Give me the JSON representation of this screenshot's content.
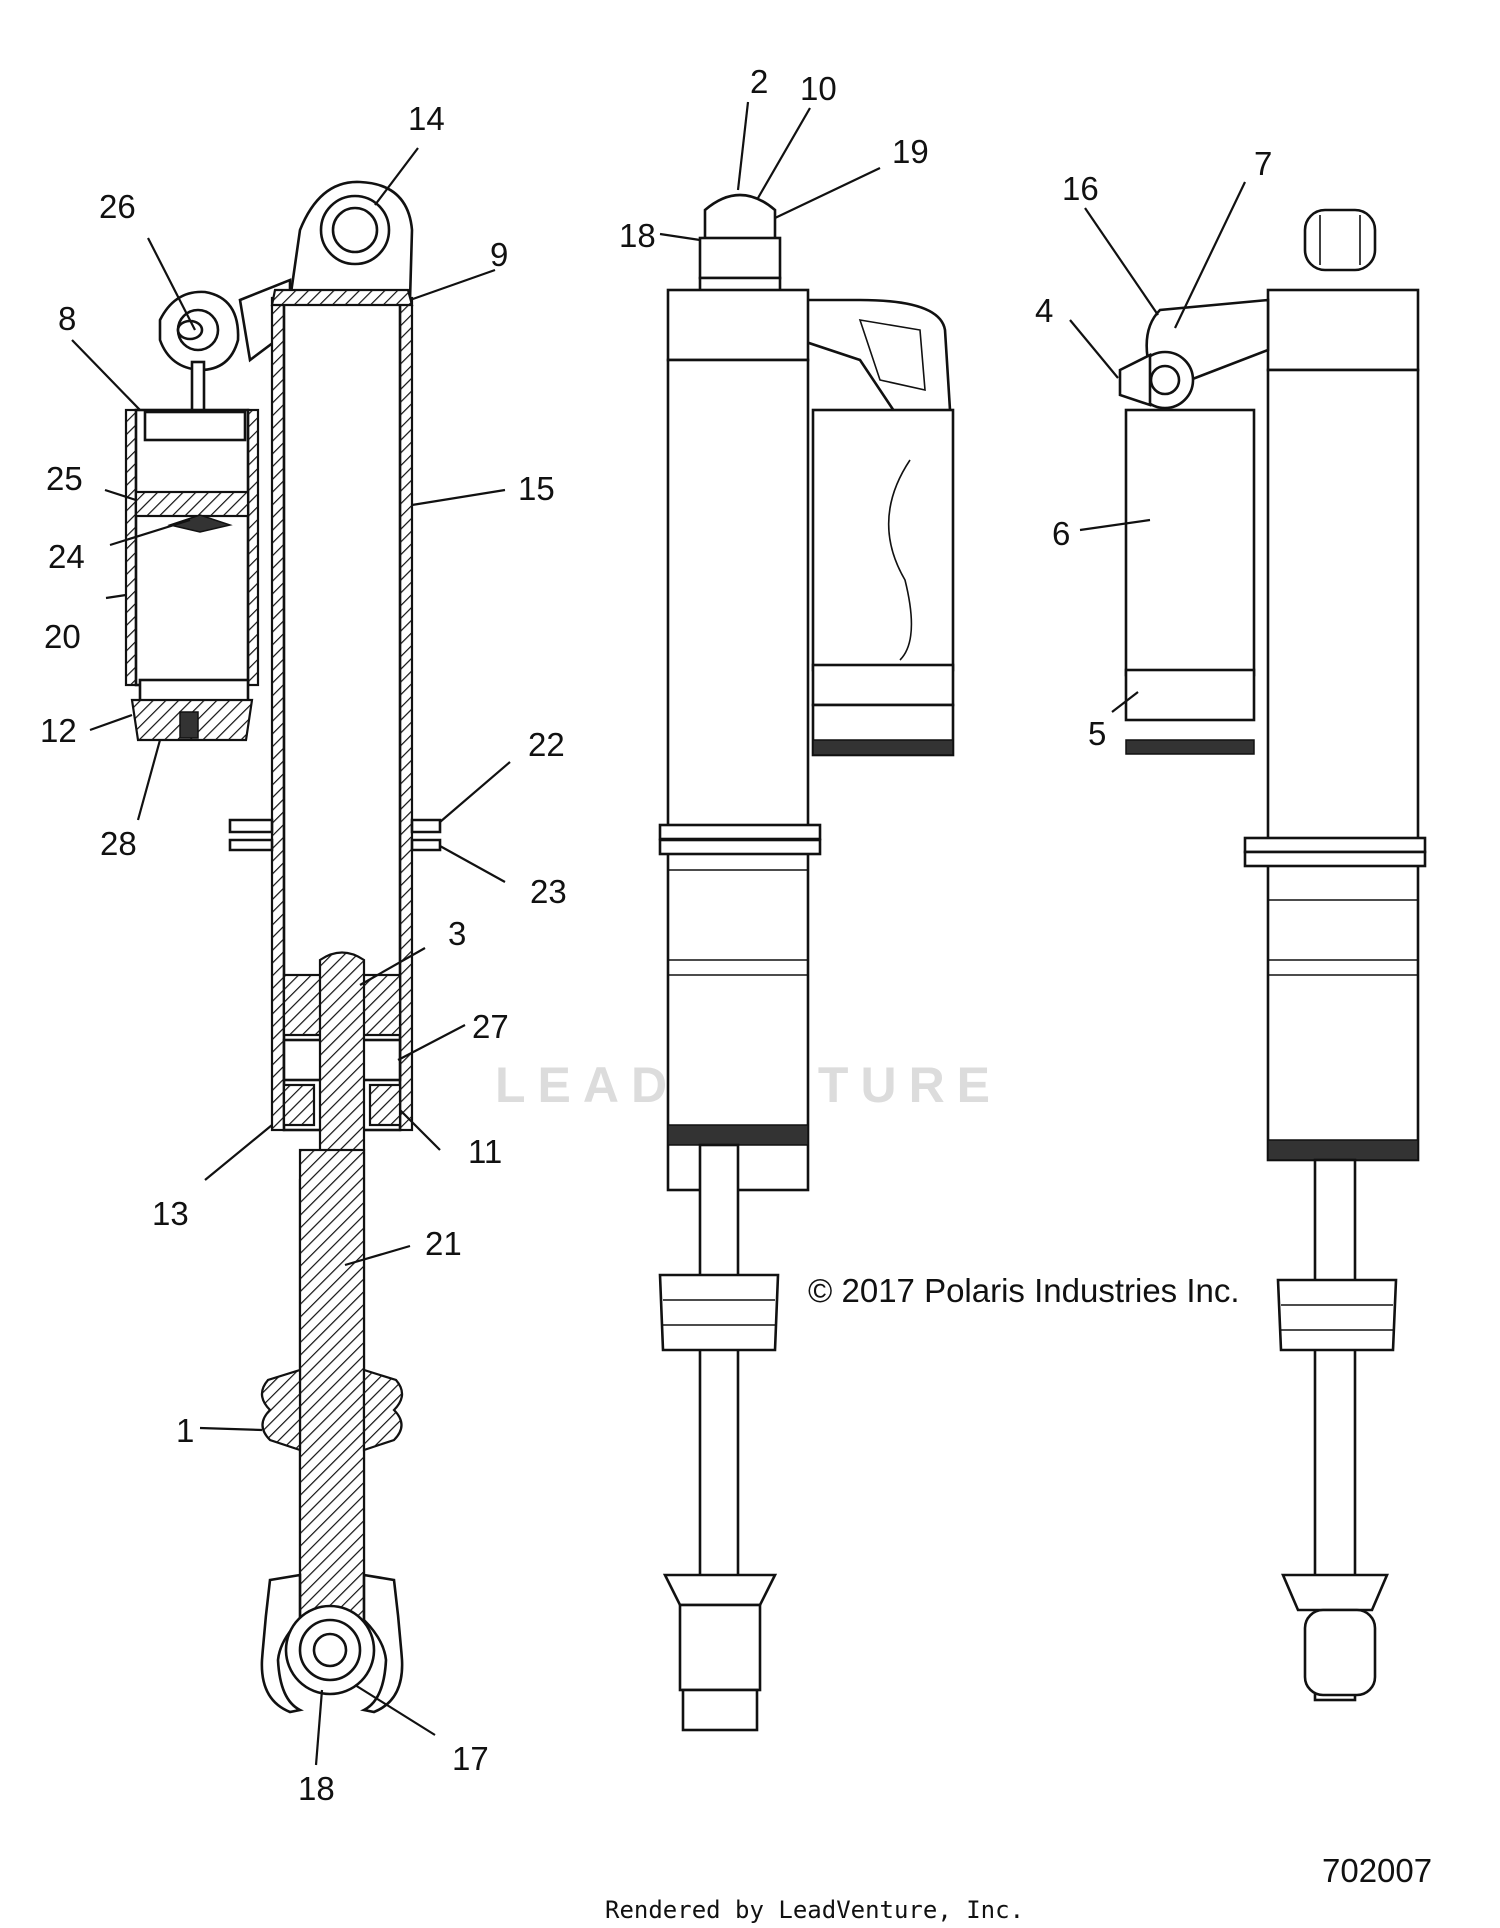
{
  "callouts": [
    {
      "label": "14"
    },
    {
      "label": "26"
    },
    {
      "label": "9"
    },
    {
      "label": "8"
    },
    {
      "label": "15"
    },
    {
      "label": "25"
    },
    {
      "label": "24"
    },
    {
      "label": "20"
    },
    {
      "label": "12"
    },
    {
      "label": "28"
    },
    {
      "label": "22"
    },
    {
      "label": "23"
    },
    {
      "label": "3"
    },
    {
      "label": "27"
    },
    {
      "label": "13"
    },
    {
      "label": "11"
    },
    {
      "label": "21"
    },
    {
      "label": "1"
    },
    {
      "label": "17"
    },
    {
      "label": "18"
    },
    {
      "label": "2"
    },
    {
      "label": "10"
    },
    {
      "label": "19"
    },
    {
      "label": "18"
    },
    {
      "label": "16"
    },
    {
      "label": "7"
    },
    {
      "label": "4"
    },
    {
      "label": "6"
    },
    {
      "label": "5"
    }
  ],
  "copyright": "© 2017 Polaris Industries Inc.",
  "figure_number": "702007",
  "watermark_text": "LEADVENTURE",
  "footer": "Rendered by LeadVenture, Inc."
}
